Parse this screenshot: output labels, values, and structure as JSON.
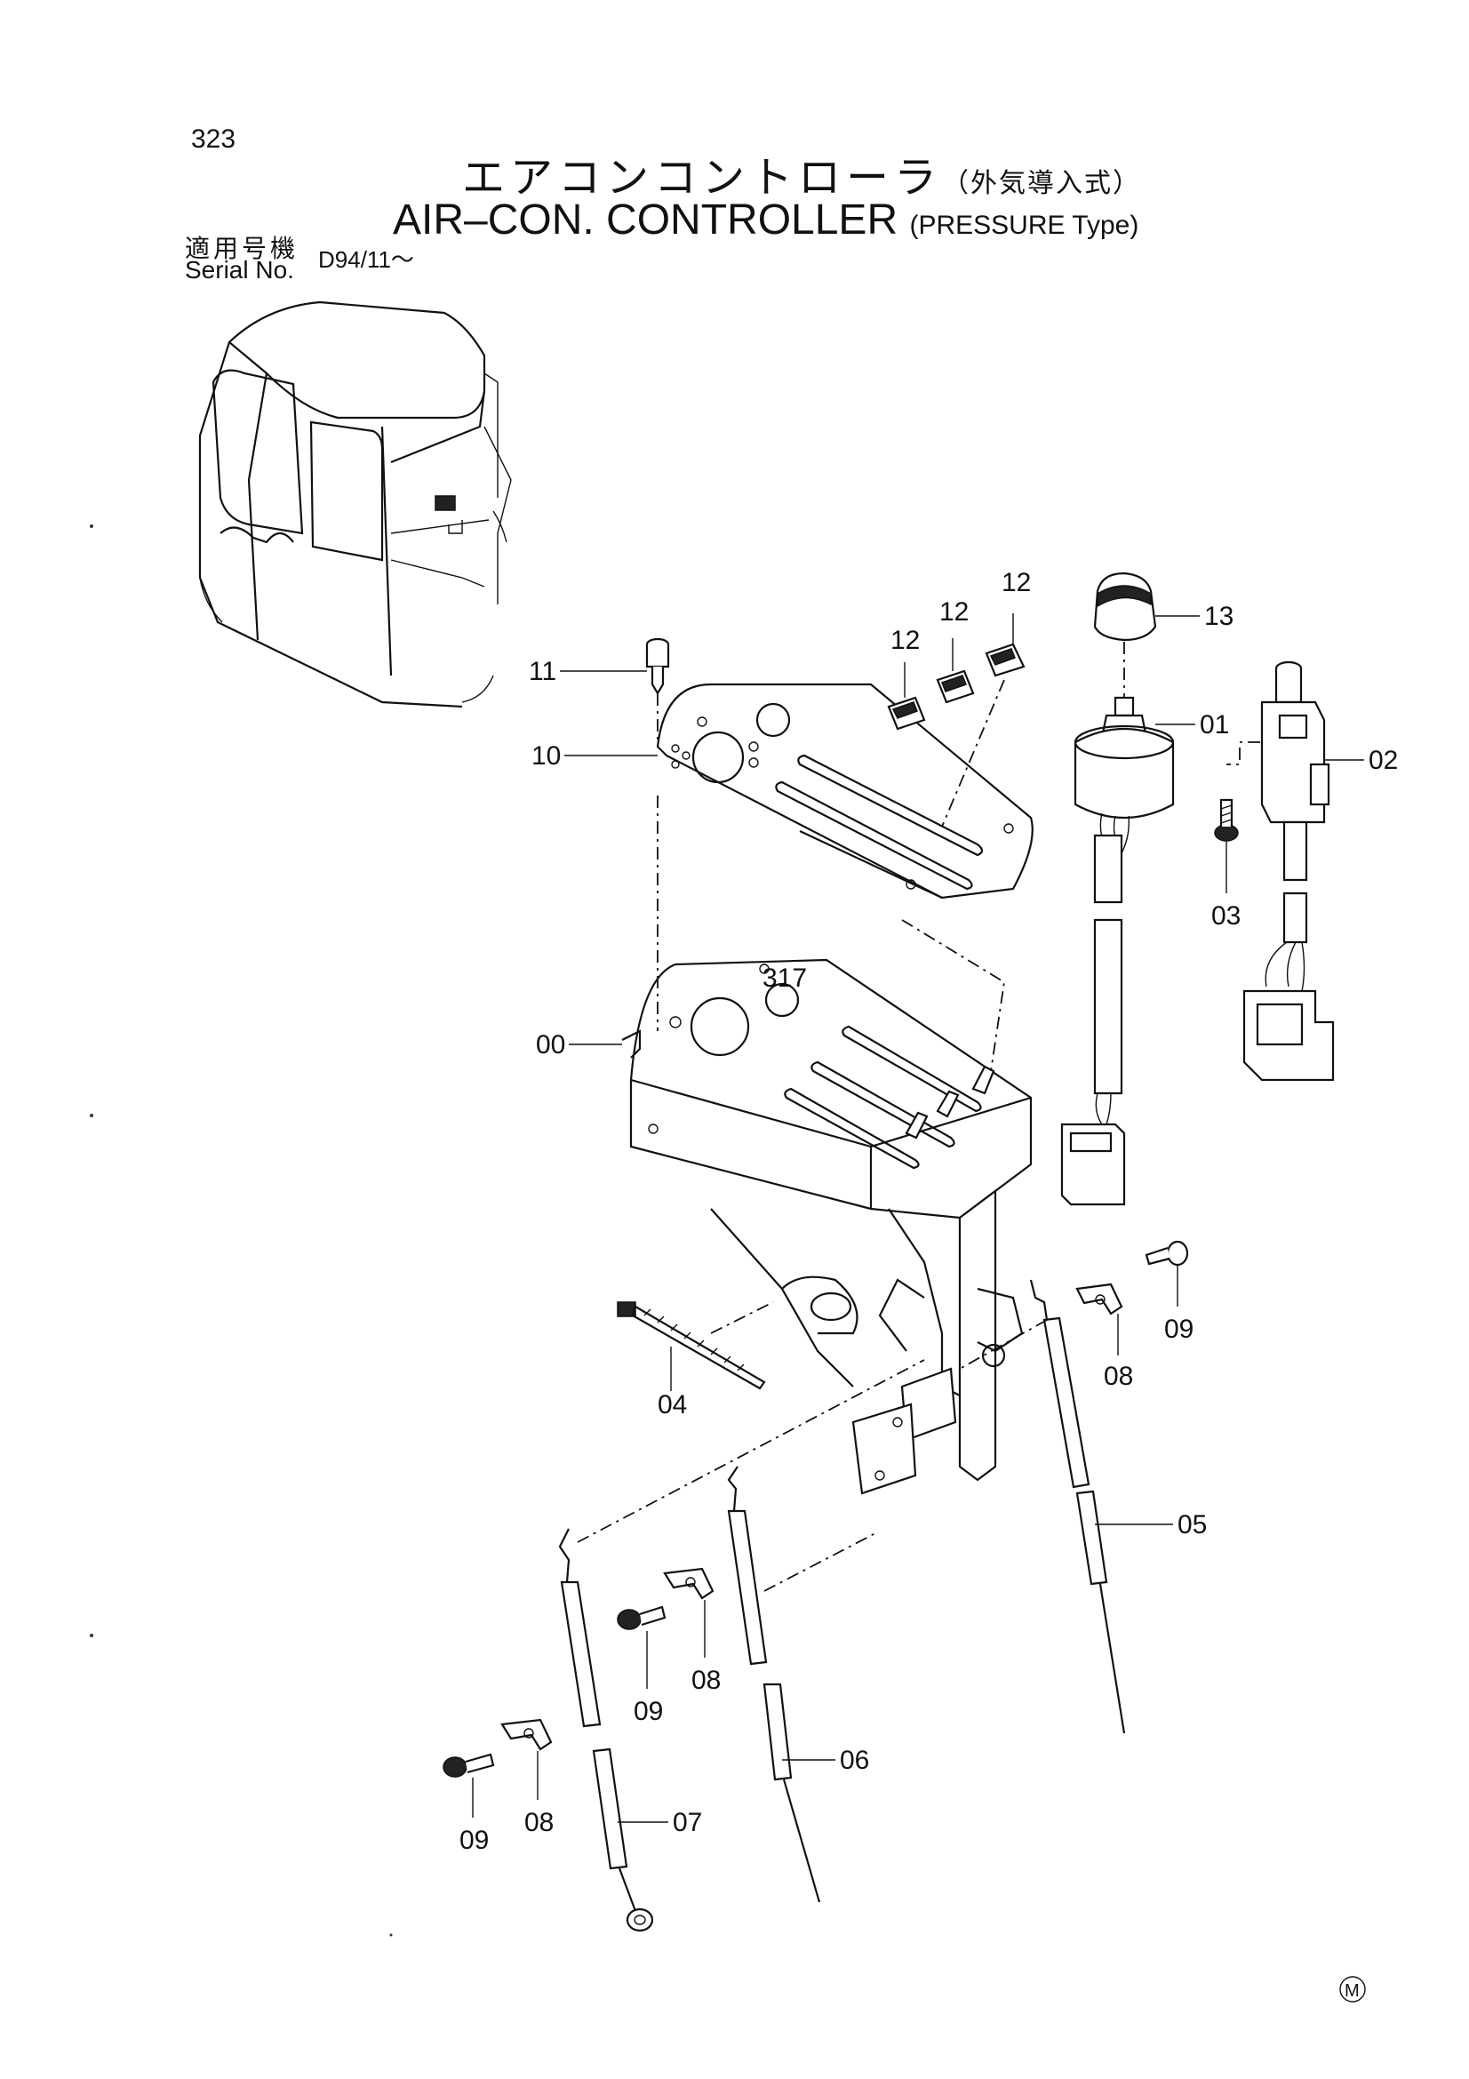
{
  "page_number": "323",
  "title_jp": "エアコンコントローラ",
  "title_jp_sub": "（外気導入式）",
  "title_en": "AIR–CON. CONTROLLER",
  "title_en_sub": "(PRESSURE Type)",
  "serial_label_jp": "適用号機",
  "serial_label_en": "Serial No.",
  "serial_value": "D94/11～",
  "ref_317": "317",
  "callouts": [
    "12",
    "12",
    "12",
    "13",
    "11",
    "01",
    "02",
    "10",
    "03",
    "00",
    "09",
    "04",
    "08",
    "05",
    "09",
    "08",
    "06",
    "09",
    "08",
    "07"
  ],
  "mark": "M"
}
